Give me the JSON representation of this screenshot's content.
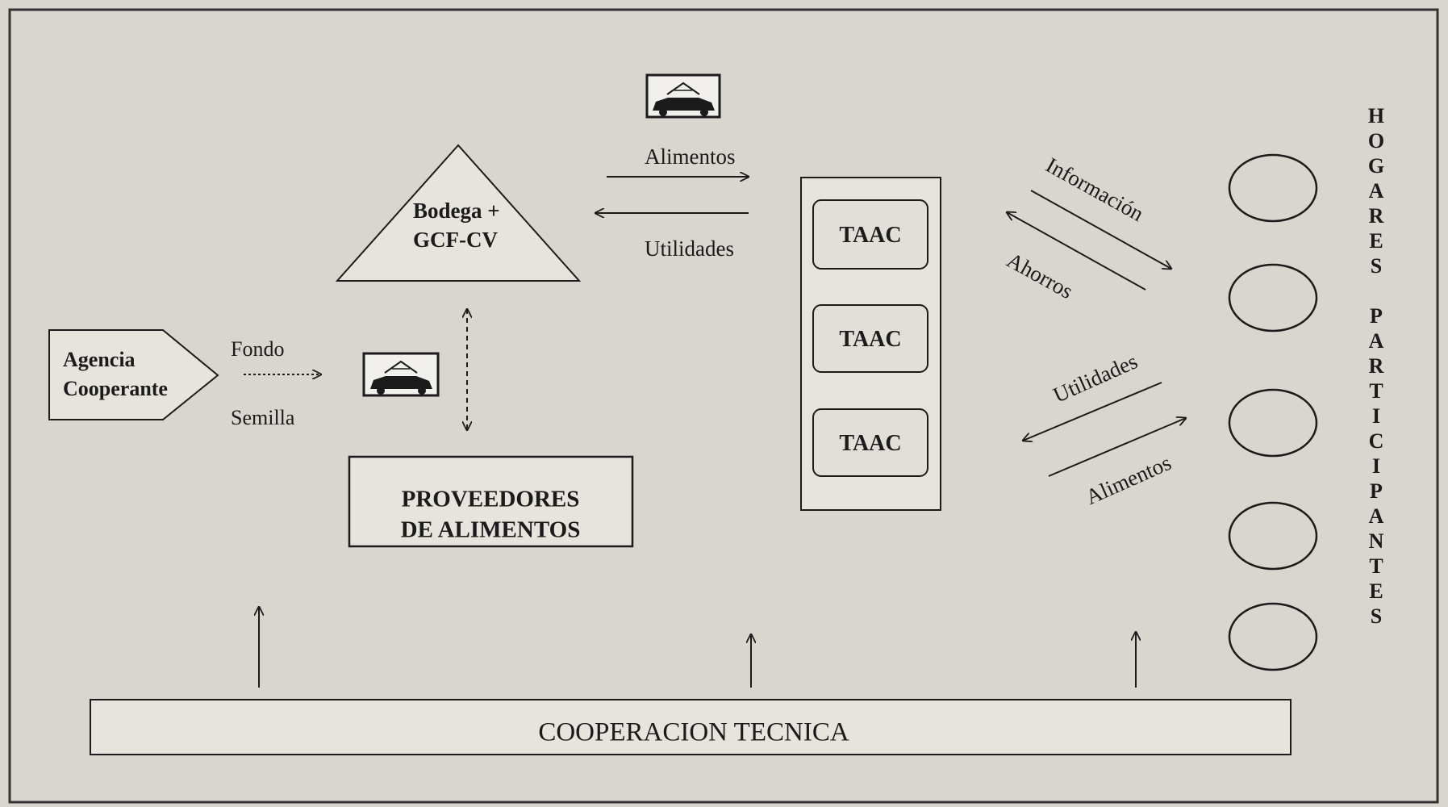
{
  "nodes": {
    "agencia_cooperante": {
      "line1": "Agencia",
      "line2": "Cooperante"
    },
    "bodega": {
      "line1": "Bodega +",
      "line2": "GCF-CV"
    },
    "proveedores": {
      "line1": "PROVEEDORES",
      "line2": "DE ALIMENTOS"
    },
    "taac": [
      "TAAC",
      "TAAC",
      "TAAC"
    ],
    "cooperacion_tecnica": "COOPERACION TECNICA",
    "hogares_participantes": {
      "word1": [
        "H",
        "O",
        "G",
        "A",
        "R",
        "E",
        "S"
      ],
      "word2": [
        "P",
        "A",
        "R",
        "T",
        "I",
        "C",
        "I",
        "P",
        "A",
        "N",
        "T",
        "E",
        "S"
      ]
    }
  },
  "flows": {
    "fondo": "Fondo",
    "semilla": "Semilla",
    "alimentos_top": "Alimentos",
    "utilidades_top": "Utilidades",
    "informacion": "Información",
    "ahorros": "Ahorros",
    "utilidades_right": "Utilidades",
    "alimentos_right": "Alimentos"
  },
  "icons": [
    "truck-store-icon",
    "truck-store-icon"
  ],
  "colors": {
    "background": "#d9d6cf",
    "ink": "#1b1b1b"
  }
}
